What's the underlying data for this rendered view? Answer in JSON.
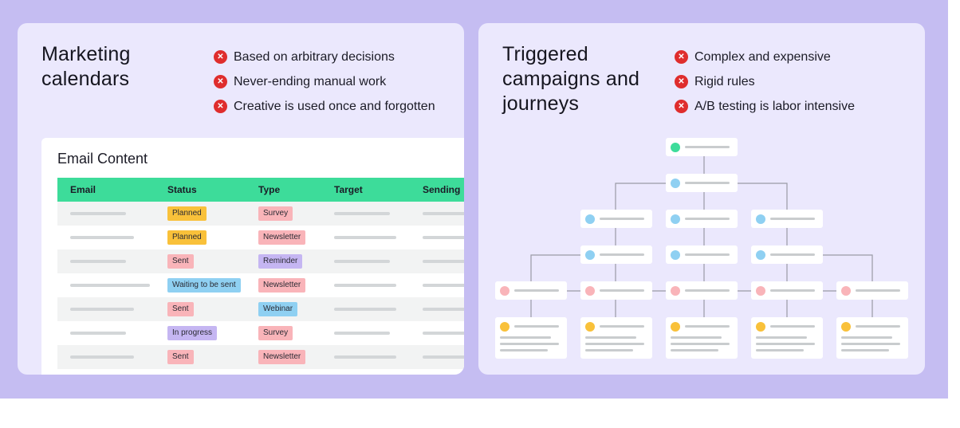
{
  "colors": {
    "page_bg": "#c5bdf2",
    "panel_bg": "#ebe8fd",
    "header_green": "#3ddc9a",
    "x_red": "#df2d2d",
    "status": {
      "planned": "#f9c13a",
      "sent": "#f9b4b9",
      "waiting": "#8fd0f2",
      "in_progress": "#c5b6f2"
    },
    "type": {
      "survey": "#f9b4b9",
      "newsletter": "#f9b4b9",
      "reminder": "#c5b6f2",
      "webinar": "#8fd0f2"
    },
    "nodes": {
      "start": "#3ddc9a",
      "blue": "#8fd0f2",
      "pink": "#f9b4b9",
      "yellow": "#f9c13a"
    }
  },
  "left_panel": {
    "title": "Marketing\ncalendars",
    "bullets": [
      "Based on arbitrary decisions",
      "Never-ending manual work",
      "Creative is used once and forgotten"
    ],
    "bullet_icon": "x-circle-icon",
    "table": {
      "title": "Email Content",
      "columns": [
        "Email",
        "Status",
        "Type",
        "Target",
        "Sending"
      ],
      "rows": [
        {
          "status": "Planned",
          "type": "Survey"
        },
        {
          "status": "Planned",
          "type": "Newsletter"
        },
        {
          "status": "Sent",
          "type": "Reminder"
        },
        {
          "status": "Waiting to be sent",
          "type": "Newsletter"
        },
        {
          "status": "Sent",
          "type": "Webinar"
        },
        {
          "status": "In progress",
          "type": "Survey"
        },
        {
          "status": "Sent",
          "type": "Newsletter"
        }
      ]
    }
  },
  "right_panel": {
    "title": "Triggered\ncampaigns and\njourneys",
    "bullets": [
      "Complex and expensive",
      "Rigid rules",
      "A/B testing is labor intensive"
    ],
    "bullet_icon": "x-circle-icon"
  }
}
